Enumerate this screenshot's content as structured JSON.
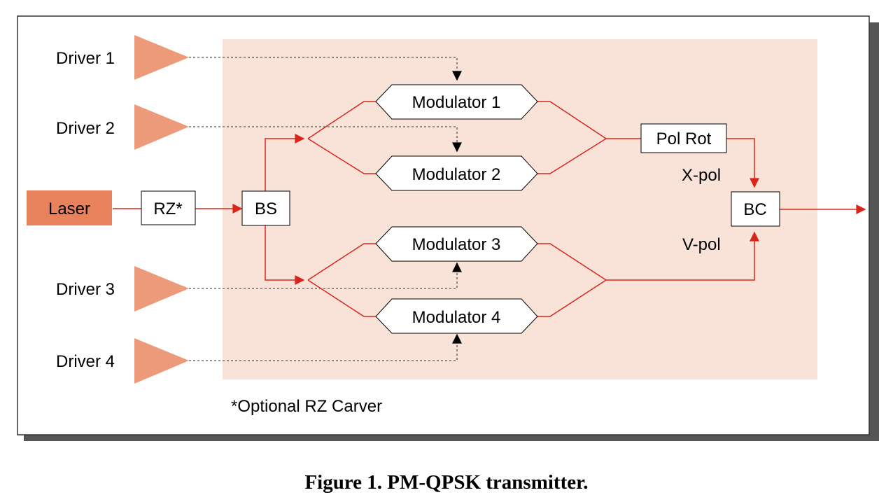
{
  "colors": {
    "panel_fill": "#f9e2d7",
    "laser_fill": "#e8825d",
    "driver_fill": "#ec9a79",
    "signal_line": "#d9261c",
    "dashed_line": "#555555",
    "frame_shadow": "#555555"
  },
  "drivers": [
    "Driver 1",
    "Driver 2",
    "Driver 3",
    "Driver 4"
  ],
  "laser": "Laser",
  "rz": "RZ*",
  "bs": "BS",
  "modulators": [
    "Modulator 1",
    "Modulator 2",
    "Modulator 3",
    "Modulator 4"
  ],
  "pol_rot": "Pol Rot",
  "x_pol": "X-pol",
  "v_pol": "V-pol",
  "bc": "BC",
  "footnote": "*Optional RZ Carver",
  "caption": "Figure 1. PM-QPSK transmitter."
}
